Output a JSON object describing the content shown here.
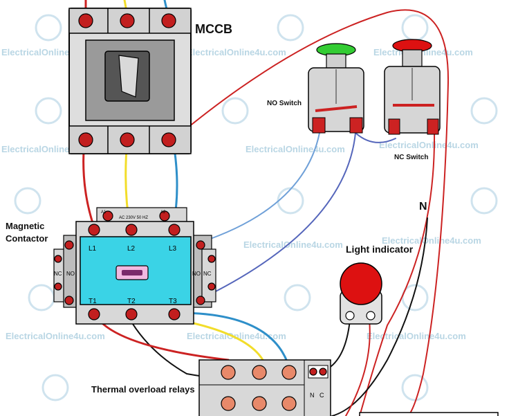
{
  "diagram": {
    "labels": {
      "mccb": "MCCB",
      "no_switch": "NO Switch",
      "nc_switch": "NC Switch",
      "magnetic_contactor": "Magnetic\nContactor",
      "light_indicator": "Light indicator",
      "neutral": "N",
      "thermal_overload_relays": "Thermal overload relays"
    },
    "contactor": {
      "coil_a1": "A1",
      "coil_rating": "AC 230V 50 HZ",
      "coil_a2": "A2",
      "line_terminals": [
        "L1",
        "L2",
        "L3"
      ],
      "load_terminals": [
        "T1",
        "T2",
        "T3"
      ],
      "aux_left_nc": "NC",
      "aux_left_no": "NO",
      "aux_right_nc": "NC",
      "aux_right_no": "NO"
    },
    "overload_aux": {
      "n": "N",
      "c": "C"
    },
    "watermark": "ElectricalOnline4u.com"
  },
  "colors": {
    "wire_red": "#cc2222",
    "wire_yellow": "#f2dd2a",
    "wire_blue": "#2e8fc9",
    "wire_black": "#111111",
    "wire_purple": "#5566bb",
    "contactor_body": "#3ad3e6",
    "button_green": "#33cc33",
    "button_red": "#dd1111",
    "indicator_red": "#dd1111"
  }
}
